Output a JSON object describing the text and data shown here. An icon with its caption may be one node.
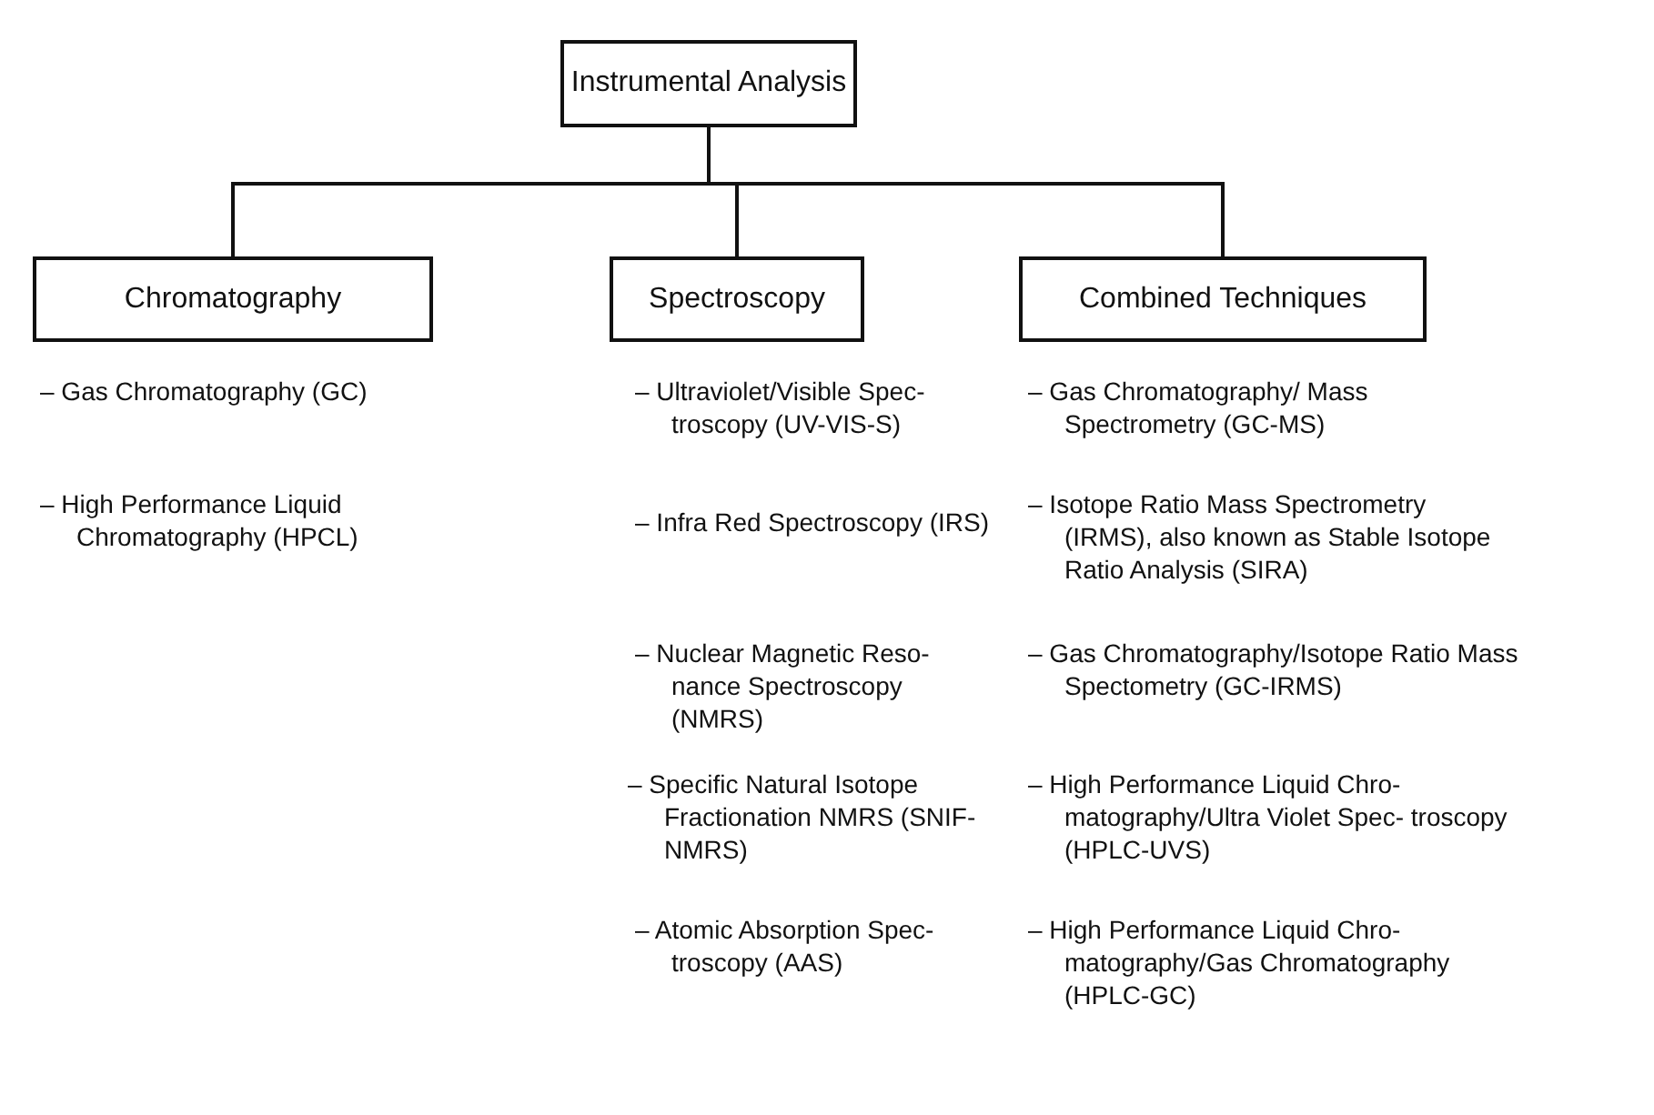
{
  "diagram": {
    "nodes": [
      {
        "text": [
          "Instrumental Analysis"
        ]
      },
      {
        "text": [
          "Chromatography"
        ]
      },
      {
        "text": [
          "Spectroscopy"
        ]
      },
      {
        "text": [
          "Combined Techniques"
        ]
      }
    ],
    "edges": [
      {
        "from": 0,
        "to": 1,
        "arrow": "none"
      },
      {
        "from": 0,
        "to": 2,
        "arrow": "none"
      },
      {
        "from": 0,
        "to": 3,
        "arrow": "none"
      }
    ],
    "labels": [
      "– Gas Chromatography (GC)",
      "– High Performance Liquid Chromatography (HPCL)",
      "– Ultraviolet/Visible Spec- troscopy (UV-VIS-S)",
      "– Infra Red Spectroscopy (IRS)",
      "– Nuclear Magnetic Reso- nance Spectroscopy (NMRS)",
      "– Specific Natural Isotope Fractionation NMRS (SNIF-NMRS)",
      "– Atomic Absorption Spec- troscopy (AAS)",
      "– Gas Chromatography/ Mass Spectrometry (GC-MS)",
      "– Isotope Ratio Mass Spectrometry (IRMS), also known as Stable Isotope Ratio Analysis (SIRA)",
      "– Gas Chromatography/Isotope Ratio Mass Spectometry (GC-IRMS)",
      "– High Performance Liquid Chro- matography/Ultra Violet Spec- troscopy (HPLC-UVS)",
      "– High Performance Liquid Chro- matography/Gas Chromatography (HPLC-GC)"
    ]
  }
}
